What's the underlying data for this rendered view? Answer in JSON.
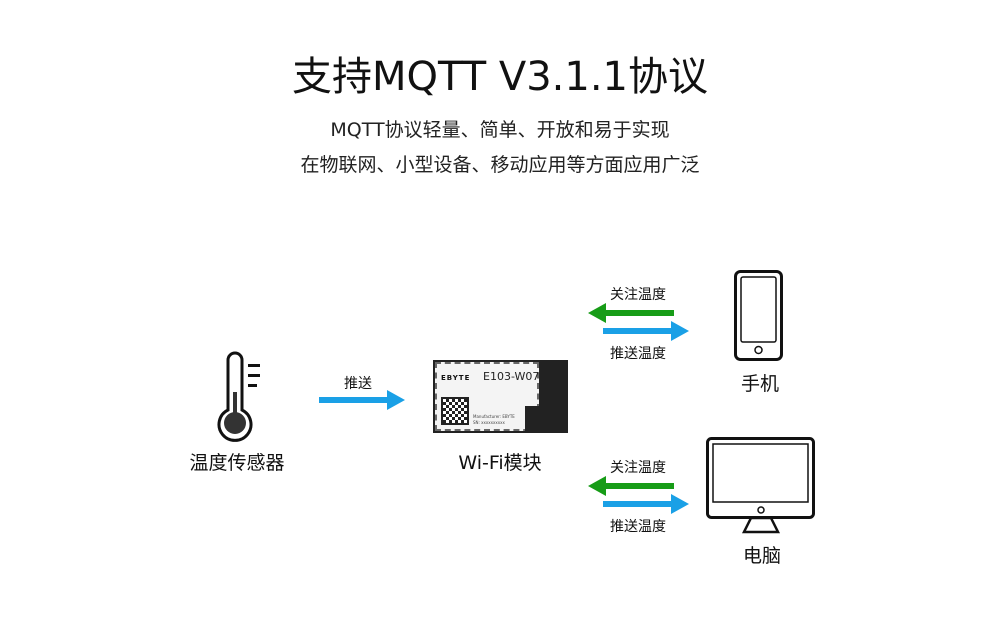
{
  "title": "支持MQTT  V3.1.1协议",
  "subtitle": [
    "MQTT协议轻量、简单、开放和易于实现",
    "在物联网、小型设备、移动应用等方面应用广泛"
  ],
  "sensor": {
    "label": "温度传感器",
    "icon": "thermometer-icon"
  },
  "push_arrow": {
    "label": "推送",
    "color": "#1aa0e6"
  },
  "module": {
    "label": "Wi-Fi模块",
    "brand": "EBYTE",
    "model": "E103-W07",
    "manufacturer": "Manufacturer: EBYTE",
    "sn": "SN: xxxxxxxxxx"
  },
  "phone": {
    "label": "手机",
    "follow_label": "关注温度",
    "push_label": "推送温度",
    "icon": "smartphone-icon"
  },
  "pc": {
    "label": "电脑",
    "follow_label": "关注温度",
    "push_label": "推送温度",
    "icon": "monitor-icon"
  },
  "colors": {
    "green": "#179c17",
    "blue": "#1aa0e6"
  }
}
